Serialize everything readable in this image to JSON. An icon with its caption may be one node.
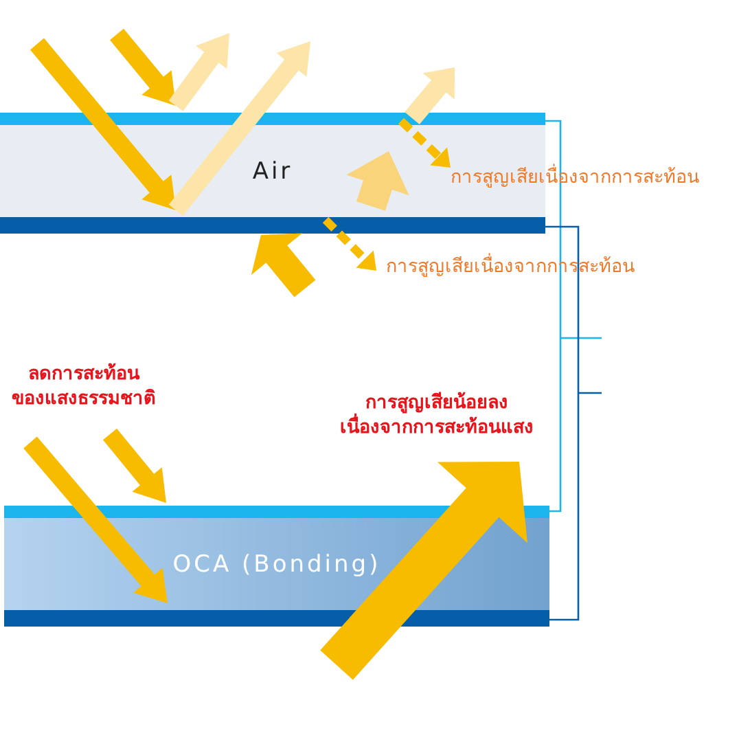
{
  "diagram": {
    "nodes": [
      {
        "text": [
          "Air"
        ]
      },
      {
        "text": [
          "OCA (Bonding)"
        ]
      }
    ],
    "labels": [
      "การสูญเสียเนื่องจากการสะท้อน",
      "การสูญเสียเนื่องจากการสะท้อน",
      "ลดการสะท้อน ของแสงธรรมชาติ",
      "การสูญเสียน้อยลง เนื่องจากการสะท้อนแสง"
    ]
  }
}
